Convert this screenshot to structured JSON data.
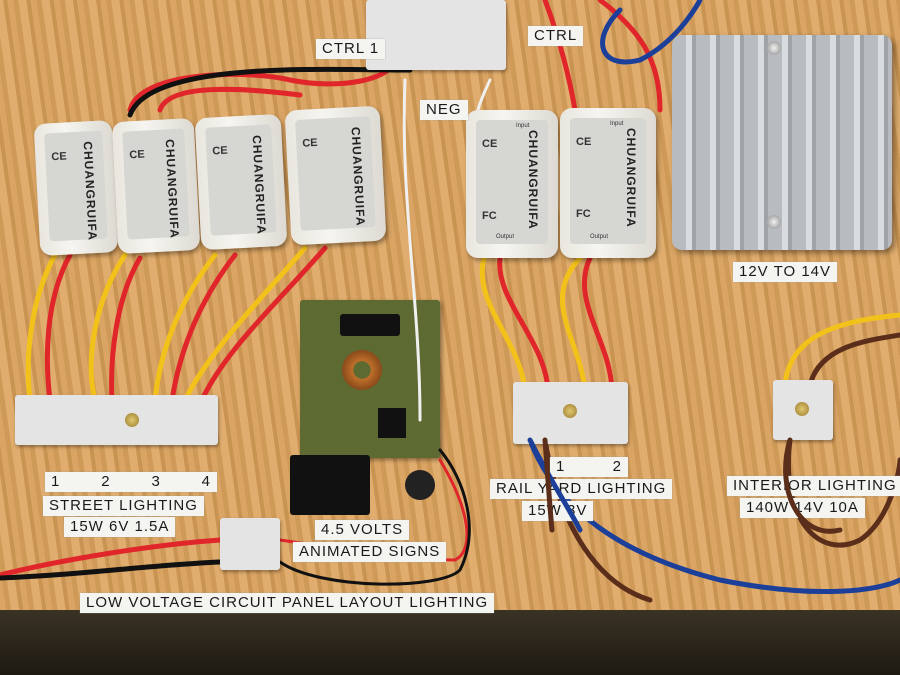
{
  "labels": {
    "ctrl1": "CTRL 1",
    "ctrl2": "CTRL",
    "neg": "NEG",
    "converter": "12V TO 14V",
    "street_numbers": [
      "1",
      "2",
      "3",
      "4"
    ],
    "street_title": "STREET LIGHTING",
    "street_spec": "15W 6V 1.5A",
    "signs_voltage": "4.5 VOLTS",
    "signs_title": "ANIMATED SIGNS",
    "panel_title": "LOW VOLTAGE CIRCUIT PANEL  LAYOUT LIGHTING",
    "rail_numbers": [
      "1",
      "2"
    ],
    "rail_title": "RAIL YARD LIGHTING",
    "rail_spec": "15W 3V",
    "interior_title": "INTERIOR LIGHTING",
    "interior_spec": "140W  14V  10A"
  },
  "module": {
    "brand": "CHUANGRUIFA",
    "ce": "CE",
    "fc": "FC",
    "input": "Input",
    "output": "Output"
  },
  "colors": {
    "wood": "#d9a464",
    "red_wire": "#e0262a",
    "yellow_wire": "#f2c21a",
    "blue_wire": "#1c3f9a",
    "brown_wire": "#5a2e1a",
    "black_wire": "#111111"
  }
}
